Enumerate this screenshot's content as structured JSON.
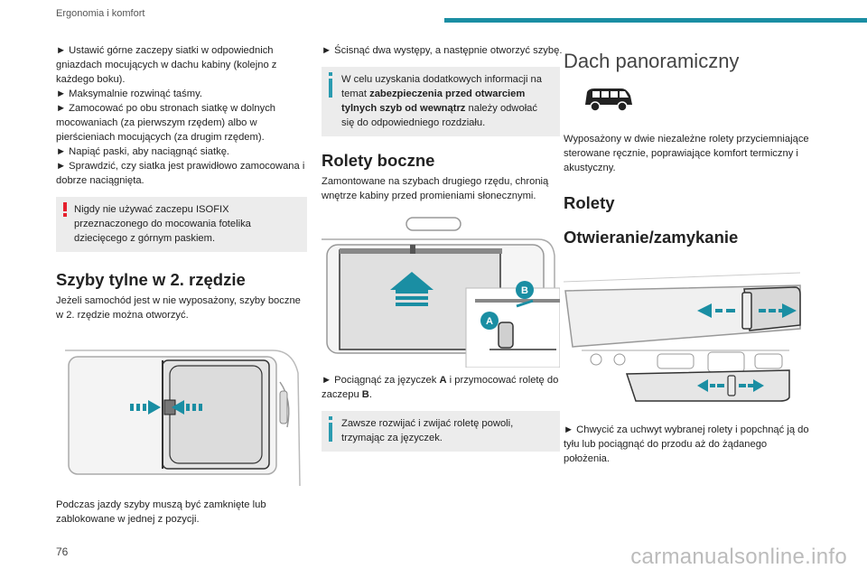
{
  "header": {
    "section": "Ergonomia i komfort"
  },
  "colors": {
    "accent": "#1a8ea3",
    "warning": "#e5202e",
    "info": "#2a9bb0",
    "boxBg": "#ececec"
  },
  "col1": {
    "steps": [
      "► Ustawić górne zaczepy siatki w odpowiednich gniazdach mocujących w dachu kabiny (kolejno z każdego boku).",
      "► Maksymalnie rozwinąć taśmy.",
      "► Zamocować po obu stronach siatkę w dolnych mocowaniach (za pierwszym rzędem) albo w pierścieniach mocujących (za drugim rzędem).",
      "► Napiąć paski, aby naciągnąć siatkę.",
      "► Sprawdzić, czy siatka jest prawidłowo zamocowana i dobrze naciągnięta."
    ],
    "warning": "Nigdy nie używać zaczepu ISOFIX przeznaczonego do mocowania fotelika dziecięcego z górnym paskiem.",
    "heading": "Szyby tylne w 2. rzędzie",
    "intro": "Jeżeli samochód jest w nie wyposażony, szyby boczne w 2. rzędzie można otworzyć.",
    "after": "Podczas jazdy szyby muszą być zamknięte lub zablokowane w jednej z pozycji."
  },
  "col2": {
    "step": "► Ścisnąć dwa występy, a następnie otworzyć szybę.",
    "info_pre": "W celu uzyskania dodatkowych informacji na temat ",
    "info_bold": "zabezpieczenia przed otwarciem tylnych szyb od wewnątrz",
    "info_post": " należy odwołać się do odpowiedniego rozdziału.",
    "heading": "Rolety boczne",
    "intro": "Zamontowane na szybach drugiego rzędu, chronią wnętrze kabiny przed promieniami słonecznymi.",
    "step2_pre": "► Pociągnąć za języczek ",
    "step2_a": "A",
    "step2_mid": " i przymocować roletę do zaczepu ",
    "step2_b": "B",
    "step2_end": ".",
    "note": "Zawsze rozwijać i zwijać roletę powoli, trzymając za języczek.",
    "labelA": "A",
    "labelB": "B"
  },
  "col3": {
    "heading": "Dach panoramiczny",
    "intro": "Wyposażony w dwie niezależne rolety przyciemniające sterowane ręcznie, poprawiające komfort termiczny i akustyczny.",
    "sub1": "Rolety",
    "sub2": "Otwieranie/zamykanie",
    "step": "► Chwycić za uchwyt wybranej rolety i popchnąć ją do tyłu lub pociągnąć do przodu aż do żądanego położenia."
  },
  "footer": {
    "page": "76",
    "site": "carmanualsonline.info"
  }
}
